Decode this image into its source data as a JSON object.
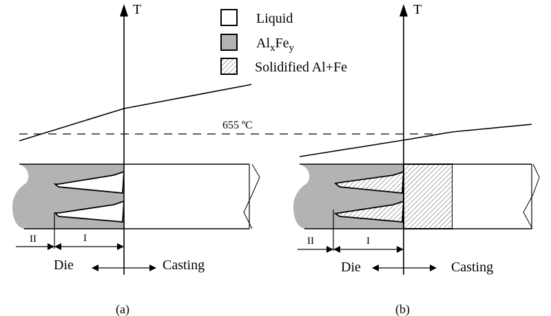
{
  "legend": {
    "items": [
      {
        "key": "liquid",
        "label": "Liquid"
      },
      {
        "key": "alxfey",
        "label_main": "Al",
        "label_sub1": "x",
        "label_mid": "Fe",
        "label_sub2": "y"
      },
      {
        "key": "solidified",
        "label": "Solidified Al+Fe"
      }
    ]
  },
  "axis_label": "T",
  "isotherm_label": "655 ºC",
  "colors": {
    "alxfey_fill": "#b3b3b3",
    "liquid_fill": "#ffffff",
    "line": "#000000"
  },
  "panels": [
    {
      "id": "a",
      "caption": "(a)",
      "axis_label": "T",
      "zone_labels": {
        "zone2": "II",
        "zone1": "I"
      },
      "die_label": "Die",
      "casting_label": "Casting"
    },
    {
      "id": "b",
      "caption": "(b)",
      "axis_label": "T",
      "zone_labels": {
        "zone2": "II",
        "zone1": "I"
      },
      "die_label": "Die",
      "casting_label": "Casting"
    }
  ]
}
